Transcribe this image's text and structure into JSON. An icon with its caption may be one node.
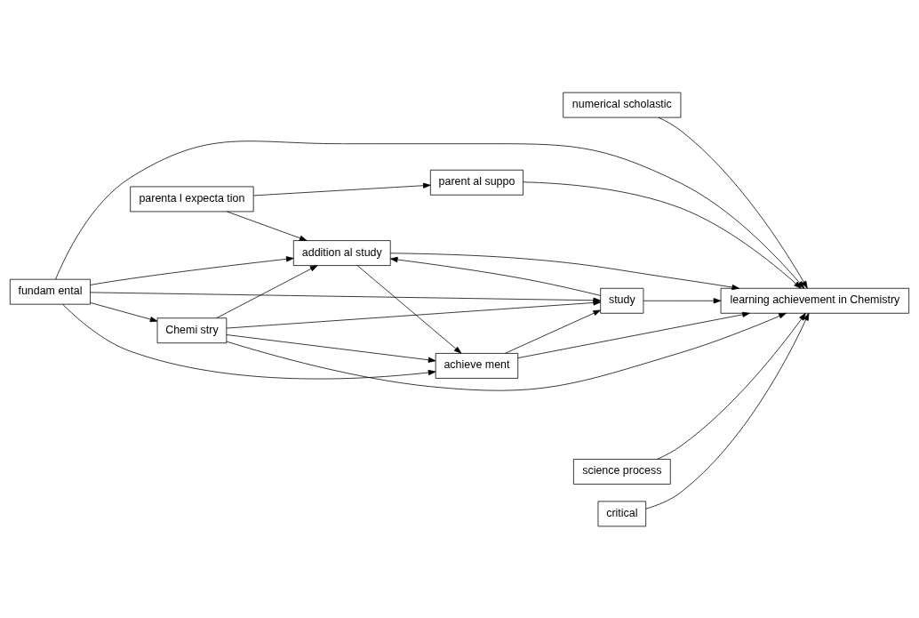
{
  "diagram": {
    "nodes": [
      {
        "text": [
          "numerical scholastic"
        ]
      },
      {
        "text": [
          "parent al suppo"
        ]
      },
      {
        "text": [
          "fundam ental"
        ]
      },
      {
        "text": [
          "study"
        ]
      },
      {
        "text": [
          "achieve ment"
        ]
      },
      {
        "text": [
          "learning achievement in Chemistry"
        ]
      },
      {
        "text": [
          "Chemi stry"
        ]
      },
      {
        "text": [
          "parenta l expecta tion"
        ]
      },
      {
        "text": [
          "addition al study"
        ]
      },
      {
        "text": [
          "science process"
        ]
      },
      {
        "text": [
          "critical"
        ]
      }
    ],
    "edges": [
      {
        "from": 1,
        "to": 5,
        "arrow": "to"
      },
      {
        "from": 0,
        "to": 5,
        "arrow": "to"
      },
      {
        "from": 2,
        "to": 3,
        "arrow": "to"
      },
      {
        "from": 2,
        "to": 5,
        "arrow": "to"
      },
      {
        "from": 2,
        "to": 4,
        "arrow": "to"
      },
      {
        "from": 2,
        "to": 6,
        "arrow": "to"
      },
      {
        "from": 2,
        "to": 8,
        "arrow": "to"
      },
      {
        "from": 6,
        "to": 3,
        "arrow": "to"
      },
      {
        "from": 6,
        "to": 4,
        "arrow": "to"
      },
      {
        "from": 6,
        "to": 5,
        "arrow": "to"
      },
      {
        "from": 6,
        "to": 8,
        "arrow": "to"
      },
      {
        "from": 3,
        "to": 8,
        "arrow": "to"
      },
      {
        "from": 4,
        "to": 3,
        "arrow": "to"
      },
      {
        "from": 4,
        "to": 5,
        "arrow": "to"
      },
      {
        "from": 3,
        "to": 5,
        "arrow": "to"
      },
      {
        "from": 8,
        "to": 5,
        "arrow": "to"
      },
      {
        "from": 8,
        "to": 4,
        "arrow": "to"
      },
      {
        "from": 9,
        "to": 5,
        "arrow": "to"
      },
      {
        "from": 10,
        "to": 5,
        "arrow": "to"
      },
      {
        "from": 7,
        "to": 1,
        "arrow": "to"
      },
      {
        "from": 7,
        "to": 8,
        "arrow": "to"
      }
    ]
  }
}
